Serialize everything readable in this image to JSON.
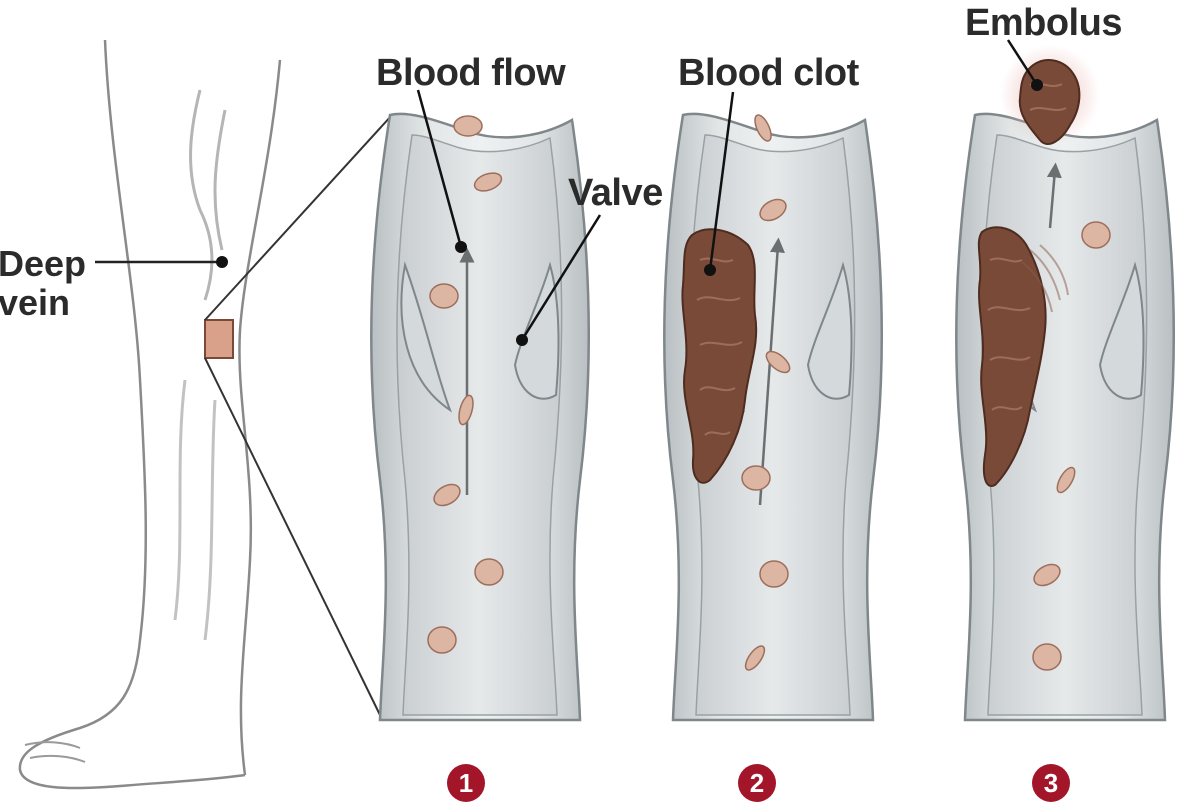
{
  "labels": {
    "deep_vein_line1": "Deep",
    "deep_vein_line2": "vein",
    "blood_flow": "Blood flow",
    "valve": "Valve",
    "blood_clot": "Blood clot",
    "embolus": "Embolus"
  },
  "steps": [
    "1",
    "2",
    "3"
  ],
  "colors": {
    "vein_wall": "#cfd4d6",
    "vein_lumen": "#e3e7e8",
    "clot": "#7a4a38",
    "cell": "#d9b3a0",
    "step_badge": "#a3162a",
    "embolus_glow": "#e9b7b0",
    "leg_outline": "#8a8a8a"
  }
}
